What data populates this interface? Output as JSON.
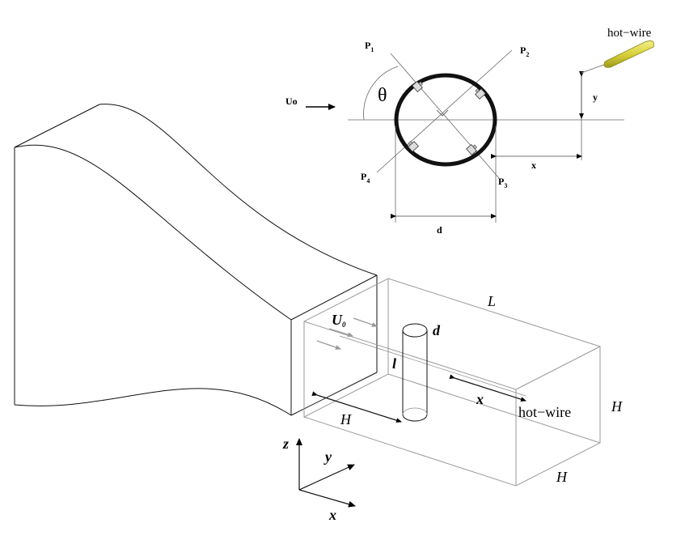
{
  "top_diagram": {
    "flow_label": "Uo",
    "angle_label": "θ",
    "probe_label": "hot−wire",
    "y_label": "y",
    "x_label": "x",
    "d_label": "d",
    "pressure_ports": [
      {
        "letter": "P",
        "sub": "1"
      },
      {
        "letter": "P",
        "sub": "2"
      },
      {
        "letter": "P",
        "sub": "3"
      },
      {
        "letter": "P",
        "sub": "4"
      }
    ],
    "probe_color": "#d8d23a"
  },
  "tunnel_diagram": {
    "flow_label": "U",
    "flow_sub": "0",
    "L_label": "L",
    "d_label": "d",
    "l_label": "l",
    "x_label": "x",
    "H_inlet_label": "H",
    "H_right_label": "H",
    "H_bottom_label": "H",
    "probe_label": "hot−wire"
  },
  "axes": {
    "z": "z",
    "y": "y",
    "x": "x"
  }
}
